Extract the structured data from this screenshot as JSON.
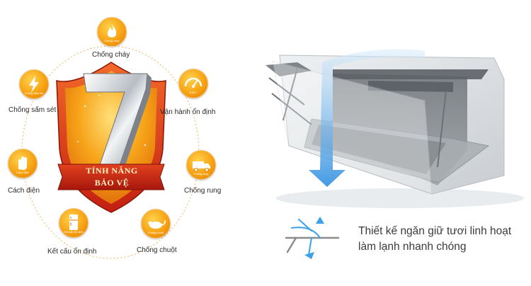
{
  "shield": {
    "number": "7",
    "ribbon_line1": "TÍNH NĂNG",
    "ribbon_line2": "BẢO VỆ"
  },
  "features": [
    {
      "label": "Chống cháy",
      "icon": "fire-icon",
      "mini": "Chống cháy"
    },
    {
      "label": "Vận hành ổn định",
      "icon": "gauge-icon",
      "mini": "100V~"
    },
    {
      "label": "Chống rung",
      "icon": "truck-icon",
      "mini": "Chống rung"
    },
    {
      "label": "Chống chuột",
      "icon": "mouse-icon",
      "mini": "Chống chuột"
    },
    {
      "label": "Kết cấu ổn định",
      "icon": "fridge-icon",
      "mini": "Kết cấu ổn định"
    },
    {
      "label": "Cách điện",
      "icon": "hand-icon",
      "mini": "Cách điện"
    },
    {
      "label": "Chống sấm sét",
      "icon": "lightning-icon",
      "mini": "Chống sấm sét"
    }
  ],
  "caption": {
    "line1": "Thiết kế ngăn giữ tươi linh hoạt",
    "line2": "làm lạnh nhanh chóng",
    "icon": "shelf-flip-icon"
  },
  "colors": {
    "shield_outer": "#d9371c",
    "shield_inner": "#f59a16",
    "badge": "#f7a313",
    "arrow": "#2f8ee0",
    "caption_icon": "#3aa0e8"
  }
}
